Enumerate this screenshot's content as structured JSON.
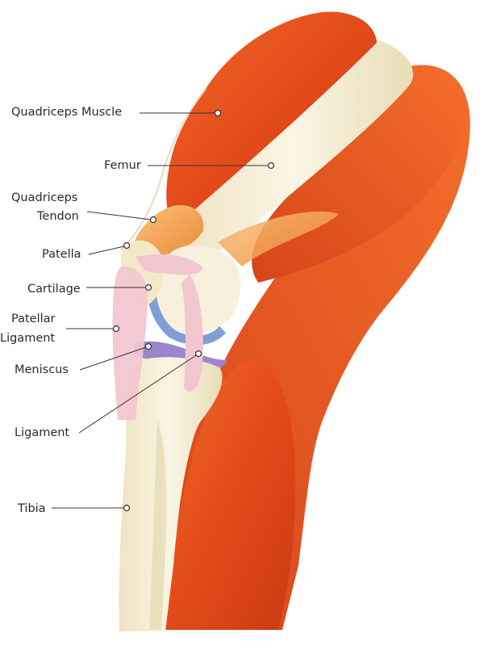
{
  "colors": {
    "muscle": "#e8501e",
    "muscle_dark": "#c73a12",
    "muscle_light": "#f47a3c",
    "tendon": "#f3a04a",
    "bone": "#f6efd8",
    "bone_shade": "#e7dcbc",
    "ligament": "#f2c6cf",
    "cartilage": "#7f9ed6",
    "meniscus": "#9b86cc",
    "text": "#2a2a2a"
  },
  "labels": {
    "quadriceps_muscle": "Quadriceps Muscle",
    "femur": "Femur",
    "quadriceps_tendon_1": "Quadriceps",
    "quadriceps_tendon_2": "Tendon",
    "patella": "Patella",
    "cartilage": "Cartilage",
    "patellar_ligament_1": "Patellar",
    "patellar_ligament_2": "Ligament",
    "meniscus": "Meniscus",
    "ligament": "Ligament",
    "tibia": "Tibia"
  }
}
